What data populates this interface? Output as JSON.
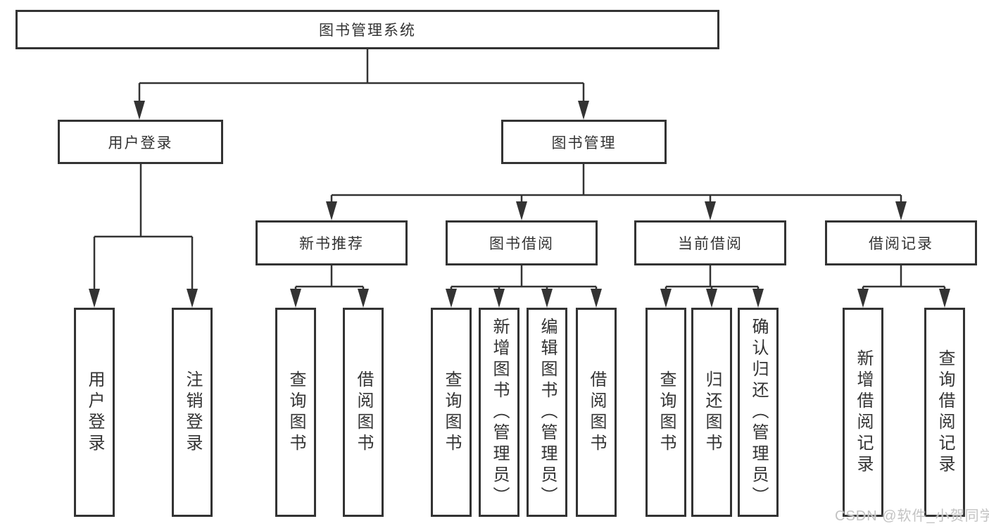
{
  "watermark": "CSDN @软件_小贺同学",
  "appearance": {
    "background_color": "#ffffff",
    "box_fill": "#ffffff",
    "box_border_color": "#333333",
    "line_color": "#333333",
    "text_color": "#333333",
    "watermark_color": "#c3c3c3"
  },
  "tree": {
    "label": "图书管理系统",
    "children": [
      {
        "label": "用户登录",
        "children": [
          {
            "label": "用户登录"
          },
          {
            "label": "注销登录"
          }
        ]
      },
      {
        "label": "图书管理",
        "children": [
          {
            "label": "新书推荐",
            "children": [
              {
                "label": "查询图书"
              },
              {
                "label": "借阅图书"
              }
            ]
          },
          {
            "label": "图书借阅",
            "children": [
              {
                "label": "查询图书"
              },
              {
                "label": "新增图书（管理员）"
              },
              {
                "label": "编辑图书（管理员）"
              },
              {
                "label": "借阅图书"
              }
            ]
          },
          {
            "label": "当前借阅",
            "children": [
              {
                "label": "查询图书"
              },
              {
                "label": "归还图书"
              },
              {
                "label": "确认归还（管理员）"
              }
            ]
          },
          {
            "label": "借阅记录",
            "children": [
              {
                "label": "新增借阅记录"
              },
              {
                "label": "查询借阅记录"
              }
            ]
          }
        ]
      }
    ]
  }
}
